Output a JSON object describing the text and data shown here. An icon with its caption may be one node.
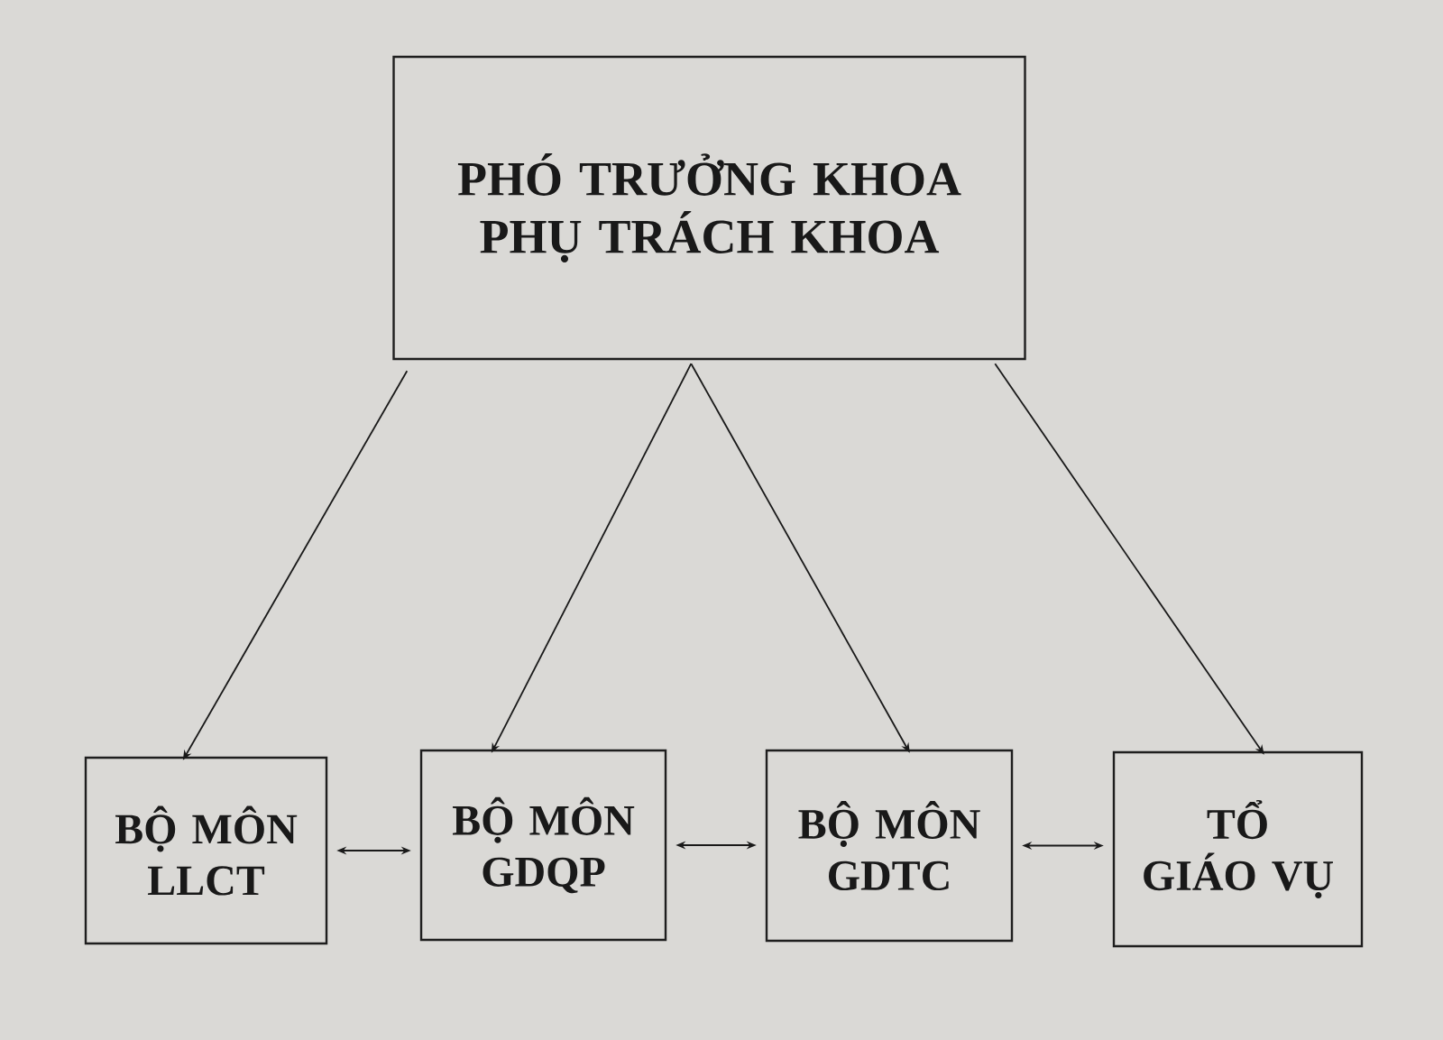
{
  "diagram": {
    "nodes": [
      {
        "text": [
          "PHÓ TRƯỞNG KHOA PHỤ TRÁCH KHOA"
        ]
      },
      {
        "text": [
          "BỘ MÔN LLCT"
        ]
      },
      {
        "text": [
          "BỘ MÔN GDQP"
        ]
      },
      {
        "text": [
          "BỘ MÔN GDTC"
        ]
      },
      {
        "text": [
          "TỔ GIÁO VỤ"
        ]
      }
    ],
    "edges": [
      {
        "from": 0,
        "to": 1,
        "arrow": "to"
      },
      {
        "from": 0,
        "to": 2,
        "arrow": "to"
      },
      {
        "from": 0,
        "to": 3,
        "arrow": "to"
      },
      {
        "from": 0,
        "to": 4,
        "arrow": "to"
      },
      {
        "from": 1,
        "to": 2,
        "arrow": "both"
      },
      {
        "from": 2,
        "to": 3,
        "arrow": "both"
      },
      {
        "from": 3,
        "to": 4,
        "arrow": "both"
      }
    ]
  }
}
